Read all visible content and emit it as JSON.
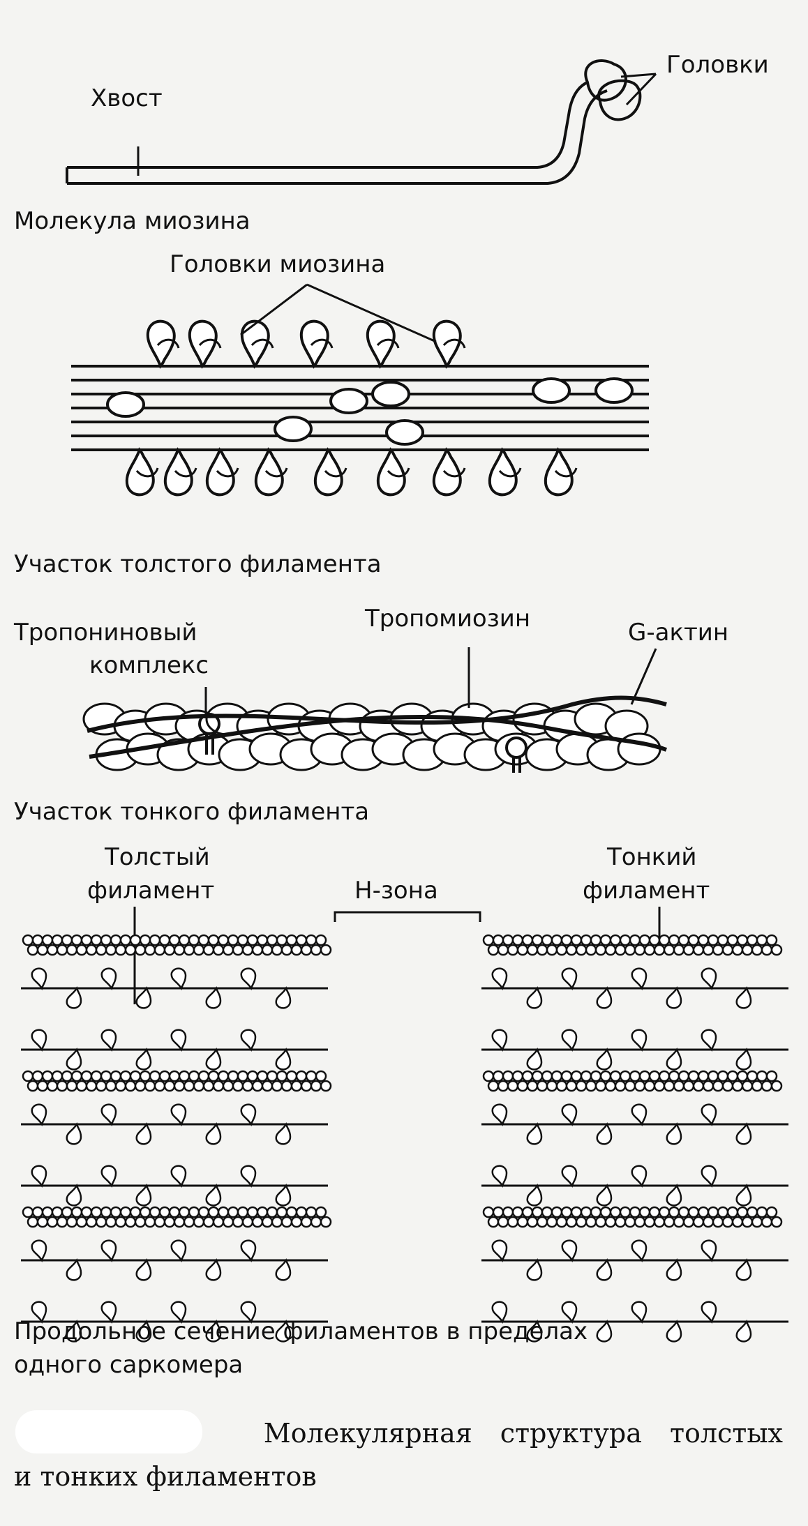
{
  "myosin_molecule": {
    "tail_label": "Хвост",
    "heads_label": "Головки",
    "title": "Молекула миозина"
  },
  "thick_filament": {
    "heads_label": "Головки миозина",
    "title": "Участок толстого филамента"
  },
  "thin_filament": {
    "troponin_label_line1": "Тропониновый",
    "troponin_label_line2": "комплекс",
    "tropomyosin_label": "Тропомиозин",
    "actin_label": "G-актин",
    "title": "Участок тонкого филамента"
  },
  "sarcomere": {
    "thick_label_line1": "Толстый",
    "thick_label_line2": "филамент",
    "hzone_label": "Н-зона",
    "thin_label_line1": "Тонкий",
    "thin_label_line2": "филамент",
    "title_line1": "Продольное сечение филаментов в пределах",
    "title_line2": "одного саркомера"
  },
  "figure_caption": {
    "line1": "Молекулярная структура толстых",
    "line2": "и тонких филаментов"
  },
  "colors": {
    "ink": "#111111",
    "paper": "#f4f4f2"
  }
}
